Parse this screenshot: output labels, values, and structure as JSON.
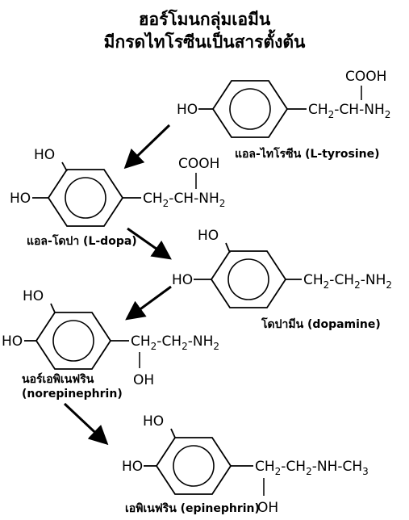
{
  "title": {
    "line1": "ฮอร์โมนกลุ่มเอมีน",
    "line2": "มีกรดไทโรซีนเป็นสารตั้งต้น"
  },
  "labels": {
    "ho": "HO",
    "oh": "OH",
    "cooh": "COOH",
    "ch": "CH",
    "sub2": "2",
    "sub3": "3",
    "dash": "-",
    "ch_nh": "CH-NH",
    "ch2_nh": "CH",
    "nh": "NH",
    "nh2": "NH",
    "ch3": "CH"
  },
  "compounds": [
    {
      "caption": "แอล-ไทโรซีน (L-tyrosine)"
    },
    {
      "caption": "แอล-โดปา (L-dopa)"
    },
    {
      "caption": "โดปามีน (dopamine)"
    },
    {
      "caption": "นอร์เอพิเนฟริน"
    },
    {
      "caption": "(norepinephrin)"
    },
    {
      "caption": "เอพิเนฟริน (epinephrin)"
    }
  ]
}
